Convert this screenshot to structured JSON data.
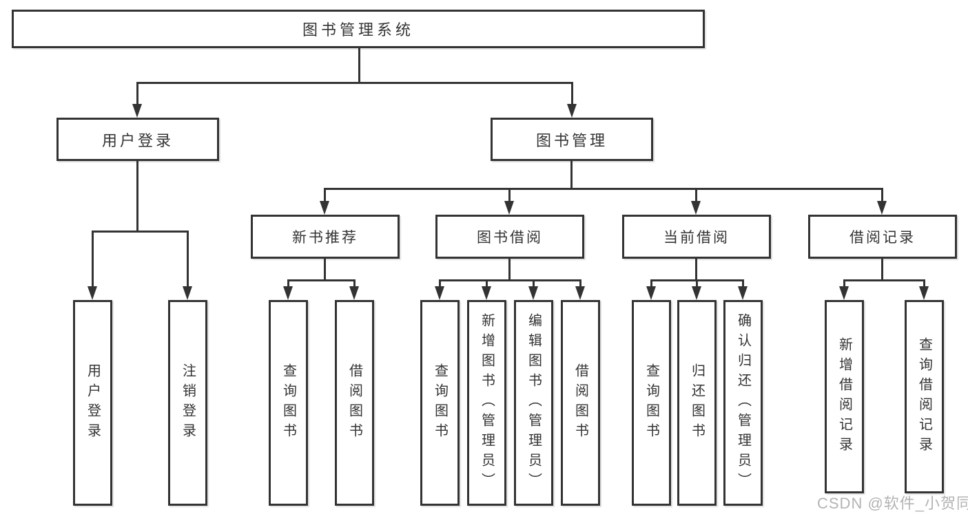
{
  "diagram": {
    "root": "图书管理系统",
    "level2": [
      "用户登录",
      "图书管理"
    ],
    "level3": [
      "新书推荐",
      "图书借阅",
      "当前借阅",
      "借阅记录"
    ],
    "leaves": [
      "用户登录",
      "注销登录",
      "查询图书",
      "借阅图书",
      "查询图书",
      "新增图书（管理员）",
      "编辑图书（管理员）",
      "借阅图书",
      "查询图书",
      "归还图书",
      "确认归还（管理员）",
      "新增借阅记录",
      "查询借阅记录"
    ]
  },
  "watermark": "CSDN @软件_小贺同学",
  "colors": {
    "line": "#333333",
    "box_fill": "#ffffff",
    "text": "#333333",
    "watermark": "#b3b3b3",
    "background": "#ffffff"
  }
}
